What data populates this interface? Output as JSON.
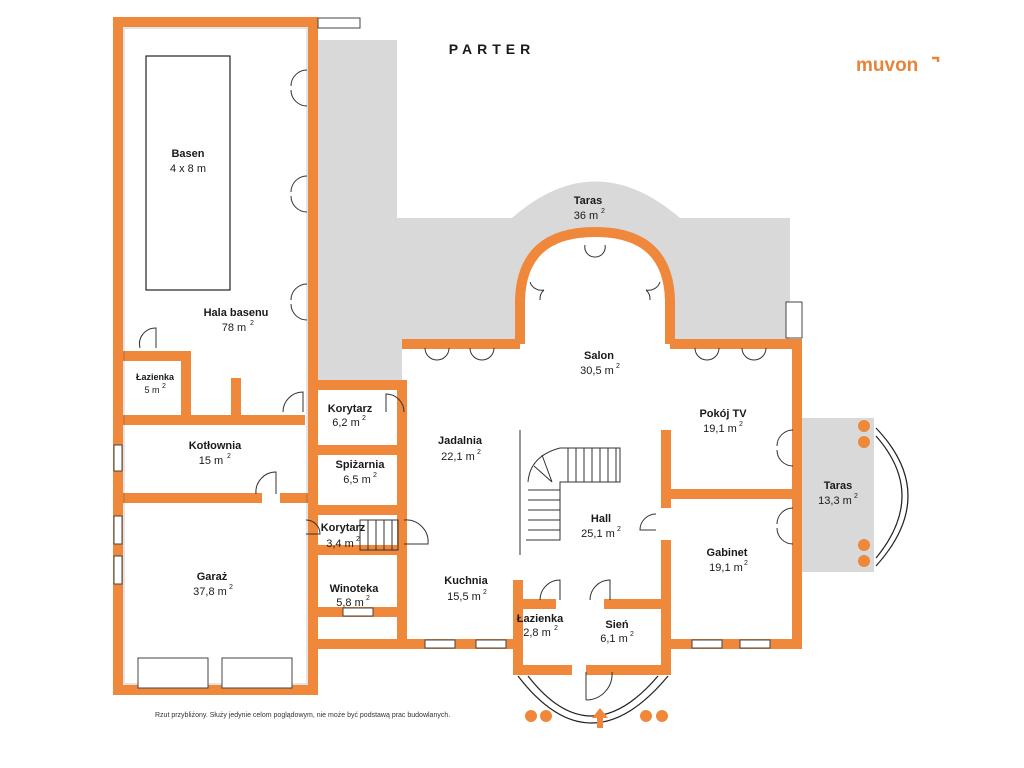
{
  "title": "PARTER",
  "logo": {
    "text": "muvon",
    "color": "#e8843a"
  },
  "disclaimer": "Rzut przybliżony. Służy jedynie celom poglądowym, nie może być podstawą prac budowlanych.",
  "colors": {
    "wall": "#f0883c",
    "terrace": "#d9d9d9",
    "lines": "#222222",
    "background": "#ffffff"
  },
  "rooms": {
    "basen": {
      "name": "Basen",
      "area": "4 x 8 m"
    },
    "hala_basenu": {
      "name": "Hala basenu",
      "area": "78 m",
      "sup": "2"
    },
    "lazienka_1": {
      "name": "Łazienka",
      "area": "5 m",
      "sup": "2"
    },
    "kotlownia": {
      "name": "Kotłownia",
      "area": "15 m",
      "sup": "2"
    },
    "garaz": {
      "name": "Garaż",
      "area": "37,8 m",
      "sup": "2"
    },
    "korytarz_1": {
      "name": "Korytarz",
      "area": "6,2 m",
      "sup": "2"
    },
    "spizarnia": {
      "name": "Spiżarnia",
      "area": "6,5 m",
      "sup": "2"
    },
    "korytarz_2": {
      "name": "Korytarz",
      "area": "3,4 m",
      "sup": "2"
    },
    "winoteka": {
      "name": "Winoteka",
      "area": "5,8 m",
      "sup": "2"
    },
    "jadalnia": {
      "name": "Jadalnia",
      "area": "22,1 m",
      "sup": "2"
    },
    "kuchnia": {
      "name": "Kuchnia",
      "area": "15,5 m",
      "sup": "2"
    },
    "lazienka_2": {
      "name": "Łazienka",
      "area": "2,8 m",
      "sup": "2"
    },
    "sien": {
      "name": "Sień",
      "area": "6,1 m",
      "sup": "2"
    },
    "hall": {
      "name": "Hall",
      "area": "25,1 m",
      "sup": "2"
    },
    "salon": {
      "name": "Salon",
      "area": "30,5 m",
      "sup": "2"
    },
    "taras_1": {
      "name": "Taras",
      "area": "36 m",
      "sup": "2"
    },
    "pokoj_tv": {
      "name": "Pokój TV",
      "area": "19,1 m",
      "sup": "2"
    },
    "gabinet": {
      "name": "Gabinet",
      "area": "19,1 m",
      "sup": "2"
    },
    "taras_2": {
      "name": "Taras",
      "area": "13,3 m",
      "sup": "2"
    }
  }
}
